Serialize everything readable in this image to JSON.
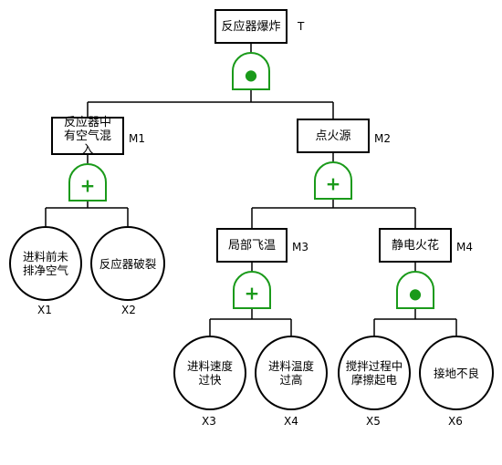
{
  "top_event": {
    "label": "反应器爆炸",
    "code": "T"
  },
  "intermediate_events": [
    {
      "id": "M1",
      "label": "反应器中有空气混入",
      "code": "M1"
    },
    {
      "id": "M2",
      "label": "点火源",
      "code": "M2"
    },
    {
      "id": "M3",
      "label": "局部飞温",
      "code": "M3"
    },
    {
      "id": "M4",
      "label": "静电火花",
      "code": "M4"
    }
  ],
  "basic_events": [
    {
      "id": "X1",
      "label": "进料前未排净空气",
      "code": "X1"
    },
    {
      "id": "X2",
      "label": "反应器破裂",
      "code": "X2"
    },
    {
      "id": "X3",
      "label": "进料速度过快",
      "code": "X3"
    },
    {
      "id": "X4",
      "label": "进料温度过高",
      "code": "X4"
    },
    {
      "id": "X5",
      "label": "搅拌过程中摩擦起电",
      "code": "X5"
    },
    {
      "id": "X6",
      "label": "接地不良",
      "code": "X6"
    }
  ],
  "gates": [
    {
      "under": "T",
      "type": "and",
      "symbol": "●",
      "children": [
        "M1",
        "M2"
      ]
    },
    {
      "under": "M1",
      "type": "or",
      "symbol": "+",
      "children": [
        "X1",
        "X2"
      ]
    },
    {
      "under": "M2",
      "type": "or",
      "symbol": "+",
      "children": [
        "M3",
        "M4"
      ]
    },
    {
      "under": "M3",
      "type": "or",
      "symbol": "+",
      "children": [
        "X3",
        "X4"
      ]
    },
    {
      "under": "M4",
      "type": "and",
      "symbol": "●",
      "children": [
        "X5",
        "X6"
      ]
    }
  ],
  "colors": {
    "gate": "#1a9a1a",
    "line": "#000000",
    "node_border": "#000000"
  }
}
